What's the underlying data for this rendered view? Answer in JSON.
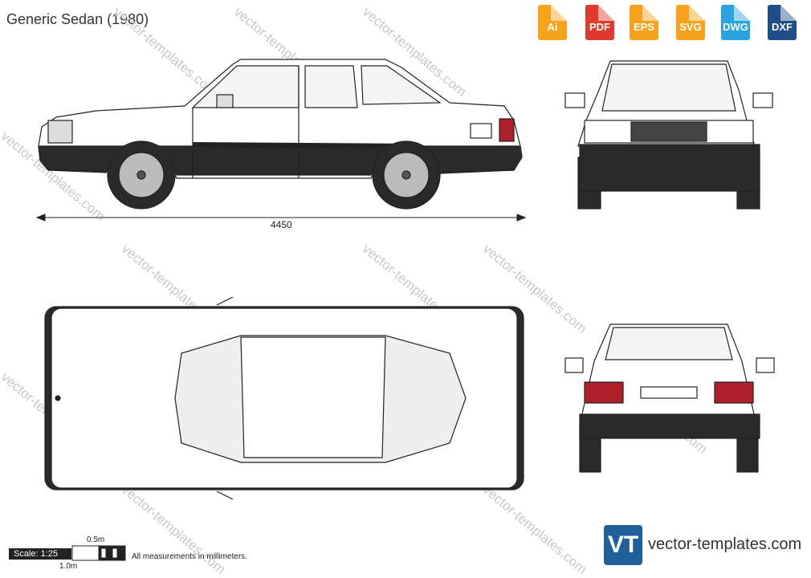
{
  "header": {
    "title": "Generic Sedan (1980)"
  },
  "formats": [
    {
      "label": "Ai",
      "color": "#f7a21b"
    },
    {
      "label": "PDF",
      "color": "#e03a2f"
    },
    {
      "label": "EPS",
      "color": "#f7a21b"
    },
    {
      "label": "SVG",
      "color": "#f7a21b"
    },
    {
      "label": "DWG",
      "color": "#2aa3e0"
    },
    {
      "label": "DXF",
      "color": "#1f4f8a"
    }
  ],
  "dimension": {
    "length": "4450"
  },
  "scale": {
    "label": "Scale: 1:25",
    "half": "0.5m",
    "full": "1.0m"
  },
  "note": "All measurements in millimeters.",
  "brand": {
    "logo": "VT",
    "text": "vector-templates.com"
  },
  "watermark": "vector-templates.com"
}
